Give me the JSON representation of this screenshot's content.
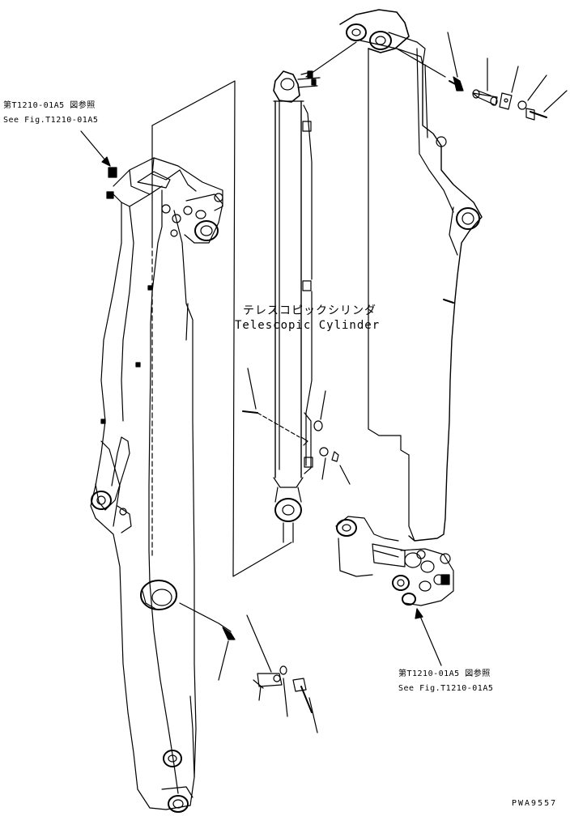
{
  "references": {
    "top_left": {
      "line1": "第T1210-01A5 図参照",
      "line2": "See Fig.T1210-01A5"
    },
    "bottom_right": {
      "line1": "第T1210-01A5 図参照",
      "line2": "See Fig.T1210-01A5"
    }
  },
  "cylinder_label": {
    "jp": "テレスコピックシリンダ",
    "en": "Telescopic Cylinder"
  },
  "drawing_code": "PWA9557"
}
